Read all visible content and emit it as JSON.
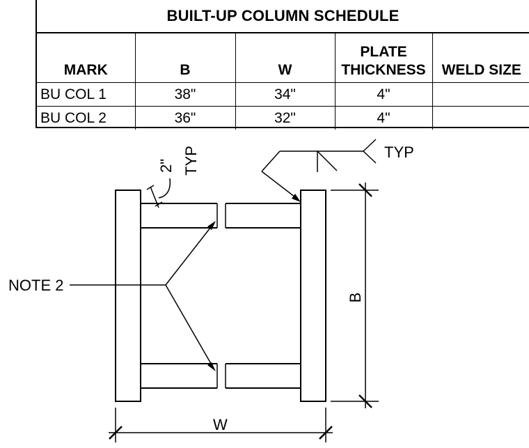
{
  "schedule": {
    "title": "BUILT-UP COLUMN SCHEDULE",
    "headers": {
      "mark": "MARK",
      "b": "B",
      "w": "W",
      "plate_line1": "PLATE",
      "plate_line2": "THICKNESS",
      "weld": "WELD SIZE"
    },
    "rows": [
      {
        "mark": "BU COL 1",
        "b": "38\"",
        "w": "34\"",
        "plate": "4\"",
        "weld": ""
      },
      {
        "mark": "BU COL 2",
        "b": "36\"",
        "w": "32\"",
        "plate": "4\"",
        "weld": ""
      }
    ]
  },
  "drawing": {
    "labels": {
      "note": "NOTE 2",
      "dim_b": "B",
      "dim_w": "W",
      "weld_typ": "TYP",
      "edge_dim": "2\"",
      "edge_typ": "TYP"
    }
  }
}
